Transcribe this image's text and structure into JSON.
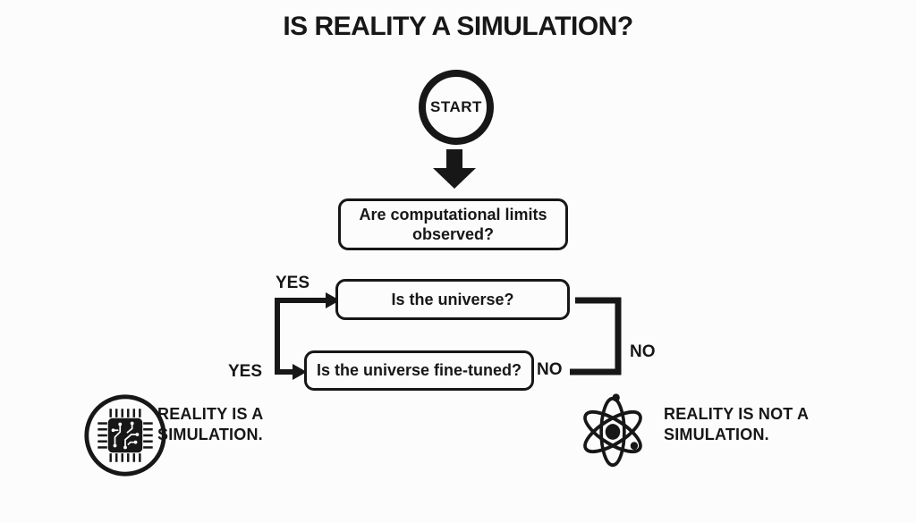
{
  "title": "IS REALITY A SIMULATION?",
  "flowchart": {
    "start_label": "START",
    "questions": [
      {
        "label": "Are computational limits observed?"
      },
      {
        "label": "Is the universe?"
      },
      {
        "label": "Is the universe fine-tuned?"
      }
    ],
    "edge_labels": {
      "yes_top": "YES",
      "yes_bottom": "YES",
      "no_inline": "NO",
      "no_branch": "NO"
    },
    "outcomes": [
      {
        "icon": "microchip-in-circle-icon",
        "label": "REALITY IS A SIMULATION."
      },
      {
        "icon": "atom-icon",
        "label": "REALITY IS NOT A SIMULATION."
      }
    ]
  },
  "colors": {
    "ink": "#171717",
    "background": "#fcfcfc"
  }
}
